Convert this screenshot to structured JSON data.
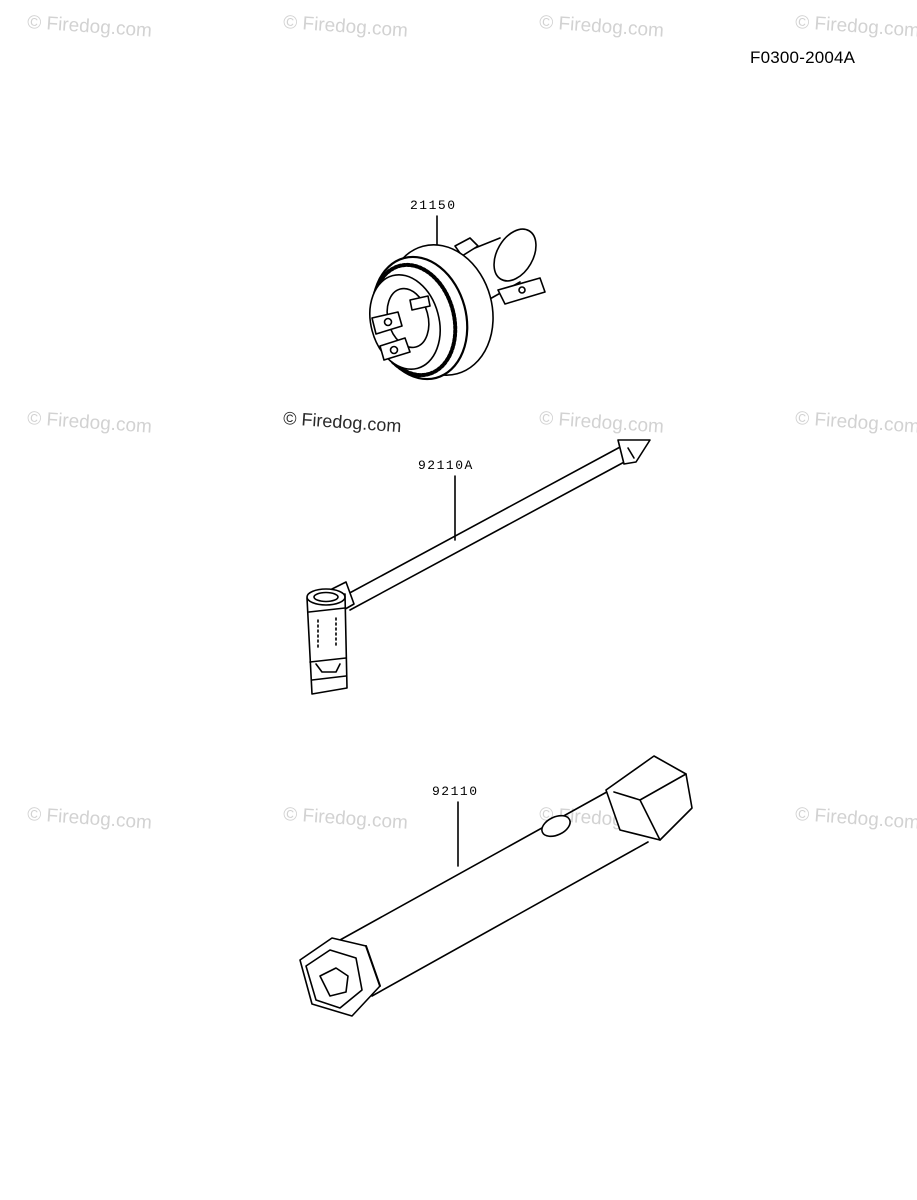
{
  "diagram": {
    "code": "F0300-2004A"
  },
  "watermark": {
    "text": "© Firedog.com"
  },
  "parts": [
    {
      "number": "21150",
      "icon": "plug-connector-icon"
    },
    {
      "number": "92110A",
      "icon": "spark-plug-t-wrench-icon"
    },
    {
      "number": "92110",
      "icon": "box-spanner-icon"
    }
  ],
  "colors": {
    "line": "#000000",
    "watermark": "#d2d2d2",
    "background": "#ffffff"
  }
}
